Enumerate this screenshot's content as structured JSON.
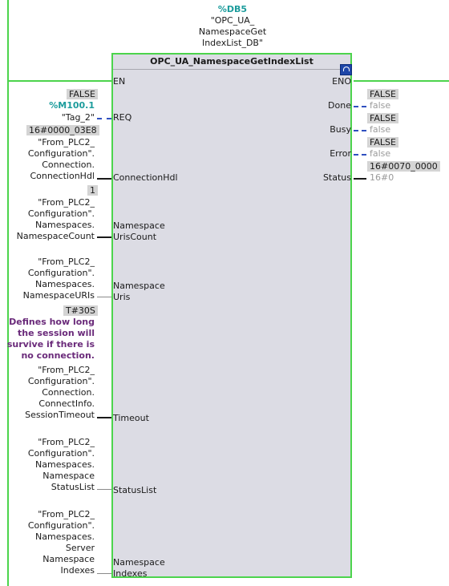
{
  "instance": {
    "db_address": "%DB5",
    "db_name_lines": [
      "\"OPC_UA_",
      "NamespaceGet",
      "IndexList_DB\""
    ]
  },
  "block": {
    "title": "OPC_UA_NamespaceGetIndexList"
  },
  "inputs": {
    "en": {
      "label": "EN"
    },
    "req": {
      "label": "REQ",
      "live_value": "FALSE",
      "address": "%M100.1",
      "tag": "\"Tag_2\""
    },
    "connection_hdl": {
      "label": "ConnectionHdl",
      "live_value": "16#0000_03E8",
      "operand_lines": [
        "\"From_PLC2_",
        "Configuration\".",
        "Connection.",
        "ConnectionHdl"
      ]
    },
    "namespace_uris_count": {
      "label_lines": [
        "Namespace",
        "UrisCount"
      ],
      "live_value": "1",
      "operand_lines": [
        "\"From_PLC2_",
        "Configuration\".",
        "Namespaces.",
        "NamespaceCount"
      ]
    },
    "namespace_uris": {
      "label_lines": [
        "Namespace",
        "Uris"
      ],
      "operand_lines": [
        "\"From_PLC2_",
        "Configuration\".",
        "Namespaces.",
        "NamespaceURIs"
      ]
    },
    "timeout": {
      "label": "Timeout",
      "live_value": "T#30S",
      "comment_lines": [
        "Defines how long",
        "the session will",
        "survive if there is",
        "no connection."
      ],
      "operand_lines": [
        "\"From_PLC2_",
        "Configuration\".",
        "Connection.",
        "ConnectInfo.",
        "SessionTimeout"
      ]
    },
    "status_list": {
      "label": "StatusList",
      "operand_lines": [
        "\"From_PLC2_",
        "Configuration\".",
        "Namespaces.",
        "Namespace",
        "StatusList"
      ]
    },
    "namespace_indexes": {
      "label_lines": [
        "Namespace",
        "Indexes"
      ],
      "operand_lines": [
        "\"From_PLC2_",
        "Configuration\".",
        "Namespaces.",
        "Server",
        "Namespace",
        "Indexes"
      ]
    }
  },
  "outputs": {
    "eno": {
      "label": "ENO"
    },
    "done": {
      "label": "Done",
      "live_value": "FALSE",
      "operand": "false"
    },
    "busy": {
      "label": "Busy",
      "live_value": "FALSE",
      "operand": "false"
    },
    "error": {
      "label": "Error",
      "live_value": "FALSE",
      "operand": "false"
    },
    "status": {
      "label": "Status",
      "live_value": "16#0070_0000",
      "operand": "16#0"
    }
  },
  "colors": {
    "rail_green": "#4cd44c",
    "block_fill": "#dcdce4",
    "address_teal": "#1c9c9c",
    "comment_purple": "#6a2a7a",
    "bool_wire_blue": "#3050c0",
    "live_value_grey_bg": "#d4d4d4"
  },
  "icons": {
    "block_icon": "instance-db-icon"
  }
}
